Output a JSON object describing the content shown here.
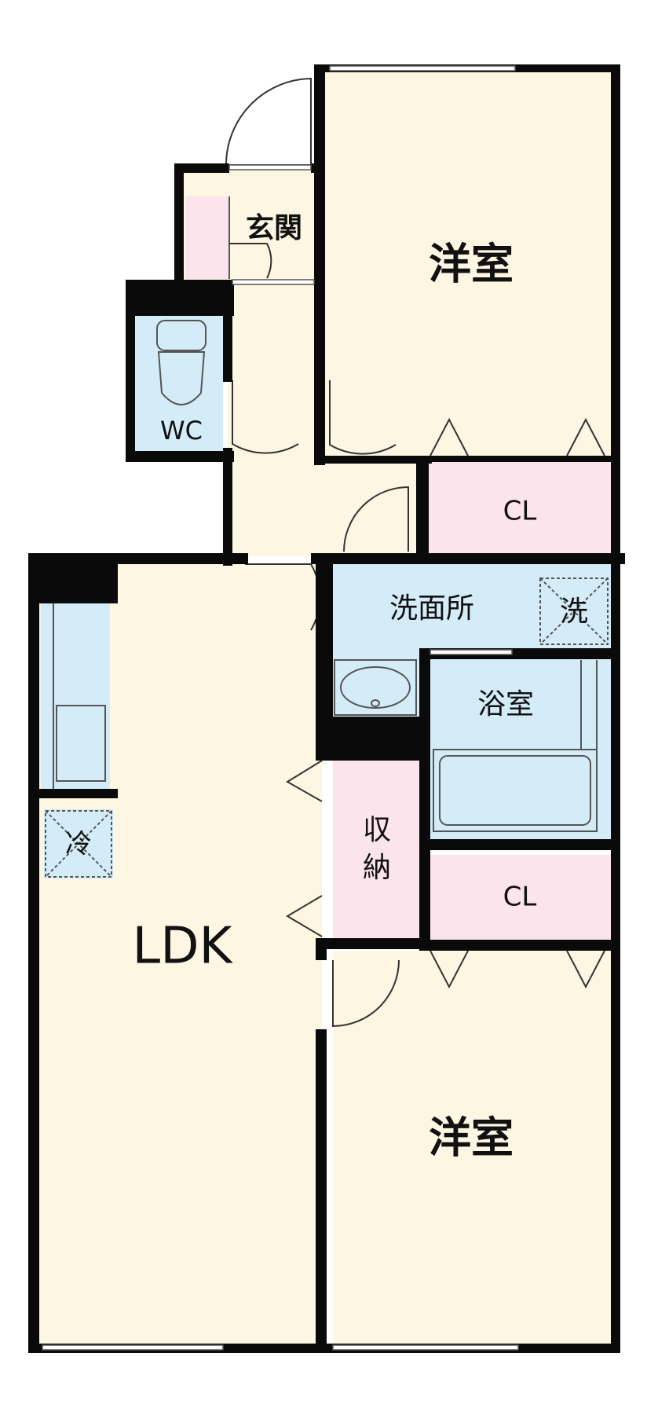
{
  "rooms": {
    "western_top": "洋室",
    "western_bottom": "洋室",
    "entrance": "玄関",
    "toilet": "WC",
    "closet_top": "CL",
    "closet_bottom": "CL",
    "washroom": "洗面所",
    "washer_mark": "洗",
    "bathroom": "浴室",
    "storage_top": "収",
    "storage_bottom": "納",
    "fridge_mark": "冷",
    "ldk": "LDK"
  },
  "colors": {
    "wall": "#0a0a0a",
    "living_floor": "#fdf6e2",
    "wet_area": "#d4ecf8",
    "storage": "#fbe4ec",
    "fixture_line": "#555555"
  }
}
